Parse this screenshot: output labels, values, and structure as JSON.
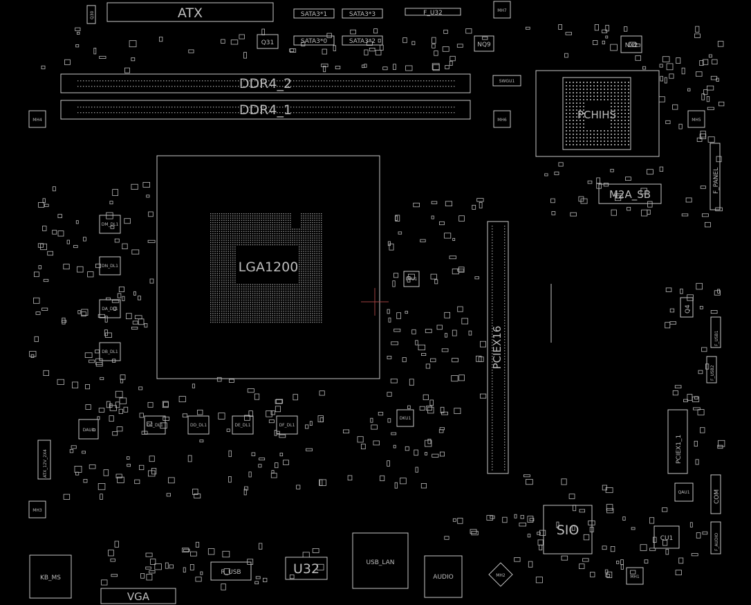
{
  "colors": {
    "background": "#000000",
    "outline": "#c9c9c9",
    "cursor": "#a04040"
  },
  "labels": {
    "atx": "ATX",
    "q30": "Q30",
    "sata1": "SATA3*1",
    "sata3": "SATA3*3",
    "fu32": "F_U32",
    "mh7": "MH7",
    "q31": "Q31",
    "sata0": "SATA3*0",
    "sata2": "SATA3*2",
    "nq9": "NQ9",
    "nx2": "NX2",
    "ddr4_2": "DDR4_2",
    "ddr4_1": "DDR4_1",
    "swgu1": "SWGU1",
    "pch": "PCHIHS",
    "mh4": "MH4",
    "mh6": "MH6",
    "mh5": "MH5",
    "m2a_sb": "M2A_SB",
    "f_panel": "F_PANEL",
    "lga": "LGA1200",
    "pciex16": "PCIEX16",
    "q4": "Q4",
    "f_usb1": "F_USB1",
    "f_usb2": "F_USB2",
    "pciex1": "PCIEX1_1",
    "com": "COM",
    "qau1": "QAU1",
    "sio": "SIO",
    "cu1": "CU1",
    "f_audio": "F_AUDIO",
    "mh1": "MH1",
    "mh2": "MH2",
    "mh3": "MH3",
    "atx12v": "ATX_12V_2X4",
    "kb_ms": "KB_MS",
    "vga": "VGA",
    "r_usb": "R_USB",
    "u32": "U32",
    "usb_lan": "USB_LAN",
    "audio": "AUDIO",
    "dau1": "DAU1",
    "da1": "DA_DL1",
    "db1": "DB_DL1",
    "dc1": "DC_DL1",
    "dd1": "DD_DL1",
    "de1": "DE_DL1",
    "df1": "DF_DL1",
    "dm1": "DM_DL1",
    "dn1": "DN_DL1",
    "dku1": "DKU1",
    "dpu1": "DPU1"
  }
}
